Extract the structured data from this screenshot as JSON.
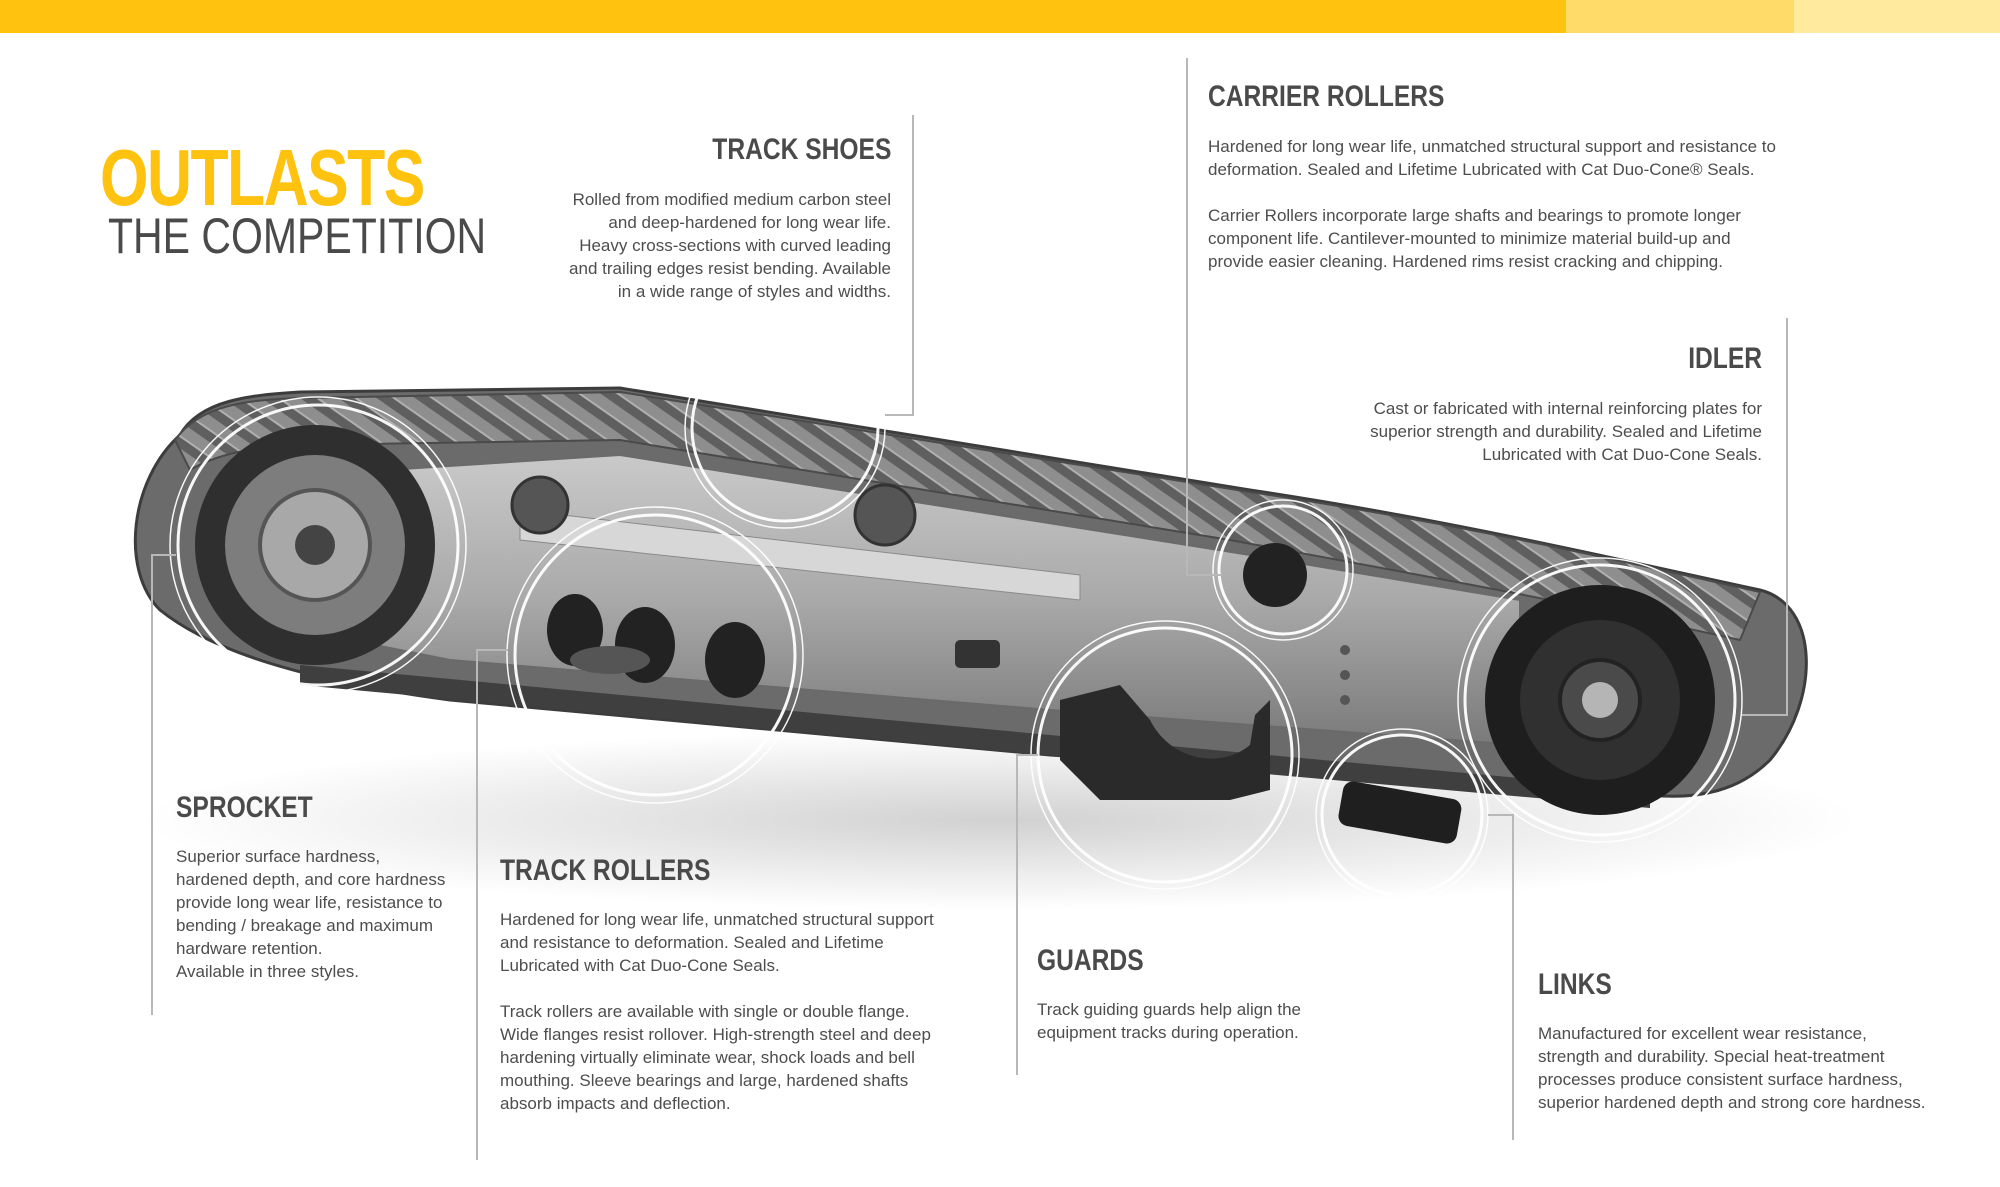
{
  "headline": {
    "line1": "OUTLASTS",
    "line2": "THE COMPETITION"
  },
  "colors": {
    "accent": "#ffc20e",
    "accent_light": "#ffdc6a",
    "accent_lighter": "#ffea9e",
    "text": "#4a4a4a"
  },
  "callouts": {
    "track_shoes": {
      "title": "TRACK SHOES",
      "body": "Rolled from modified medium carbon steel\nand deep-hardened for long wear life.\nHeavy cross-sections with curved leading\nand trailing edges resist bending. Available\nin a wide range of styles and widths."
    },
    "carrier_rollers": {
      "title": "CARRIER ROLLERS",
      "body": "Hardened for long wear life, unmatched structural support and resistance to\ndeformation. Sealed and Lifetime Lubricated with Cat Duo-Cone® Seals.\n\nCarrier Rollers incorporate large shafts and bearings to promote longer\ncomponent life. Cantilever-mounted to minimize material build-up and\nprovide easier cleaning. Hardened rims resist cracking and chipping."
    },
    "idler": {
      "title": "IDLER",
      "body": "Cast or fabricated with internal reinforcing plates for\nsuperior strength and durability. Sealed and Lifetime\nLubricated with Cat Duo-Cone Seals."
    },
    "sprocket": {
      "title": "SPROCKET",
      "body": "Superior surface hardness,\nhardened depth, and core hardness\nprovide long wear life, resistance to\nbending / breakage and maximum\nhardware retention.\nAvailable in three styles."
    },
    "track_rollers": {
      "title": "TRACK ROLLERS",
      "body": "Hardened for long wear life, unmatched structural support\nand resistance to deformation. Sealed and Lifetime\nLubricated with Cat Duo-Cone Seals.\n\nTrack rollers are available with single or double flange.\nWide flanges resist rollover. High-strength steel and deep\nhardening virtually eliminate wear, shock loads and bell\nmouthing. Sleeve bearings and large, hardened shafts\nabsorb impacts and deflection."
    },
    "guards": {
      "title": "GUARDS",
      "body": "Track guiding guards help align the\nequipment tracks during operation."
    },
    "links": {
      "title": "LINKS",
      "body": "Manufactured for excellent wear resistance,\nstrength and durability. Special heat-treatment\nprocesses produce consistent surface hardness,\nsuperior hardened depth and strong core hardness."
    }
  }
}
